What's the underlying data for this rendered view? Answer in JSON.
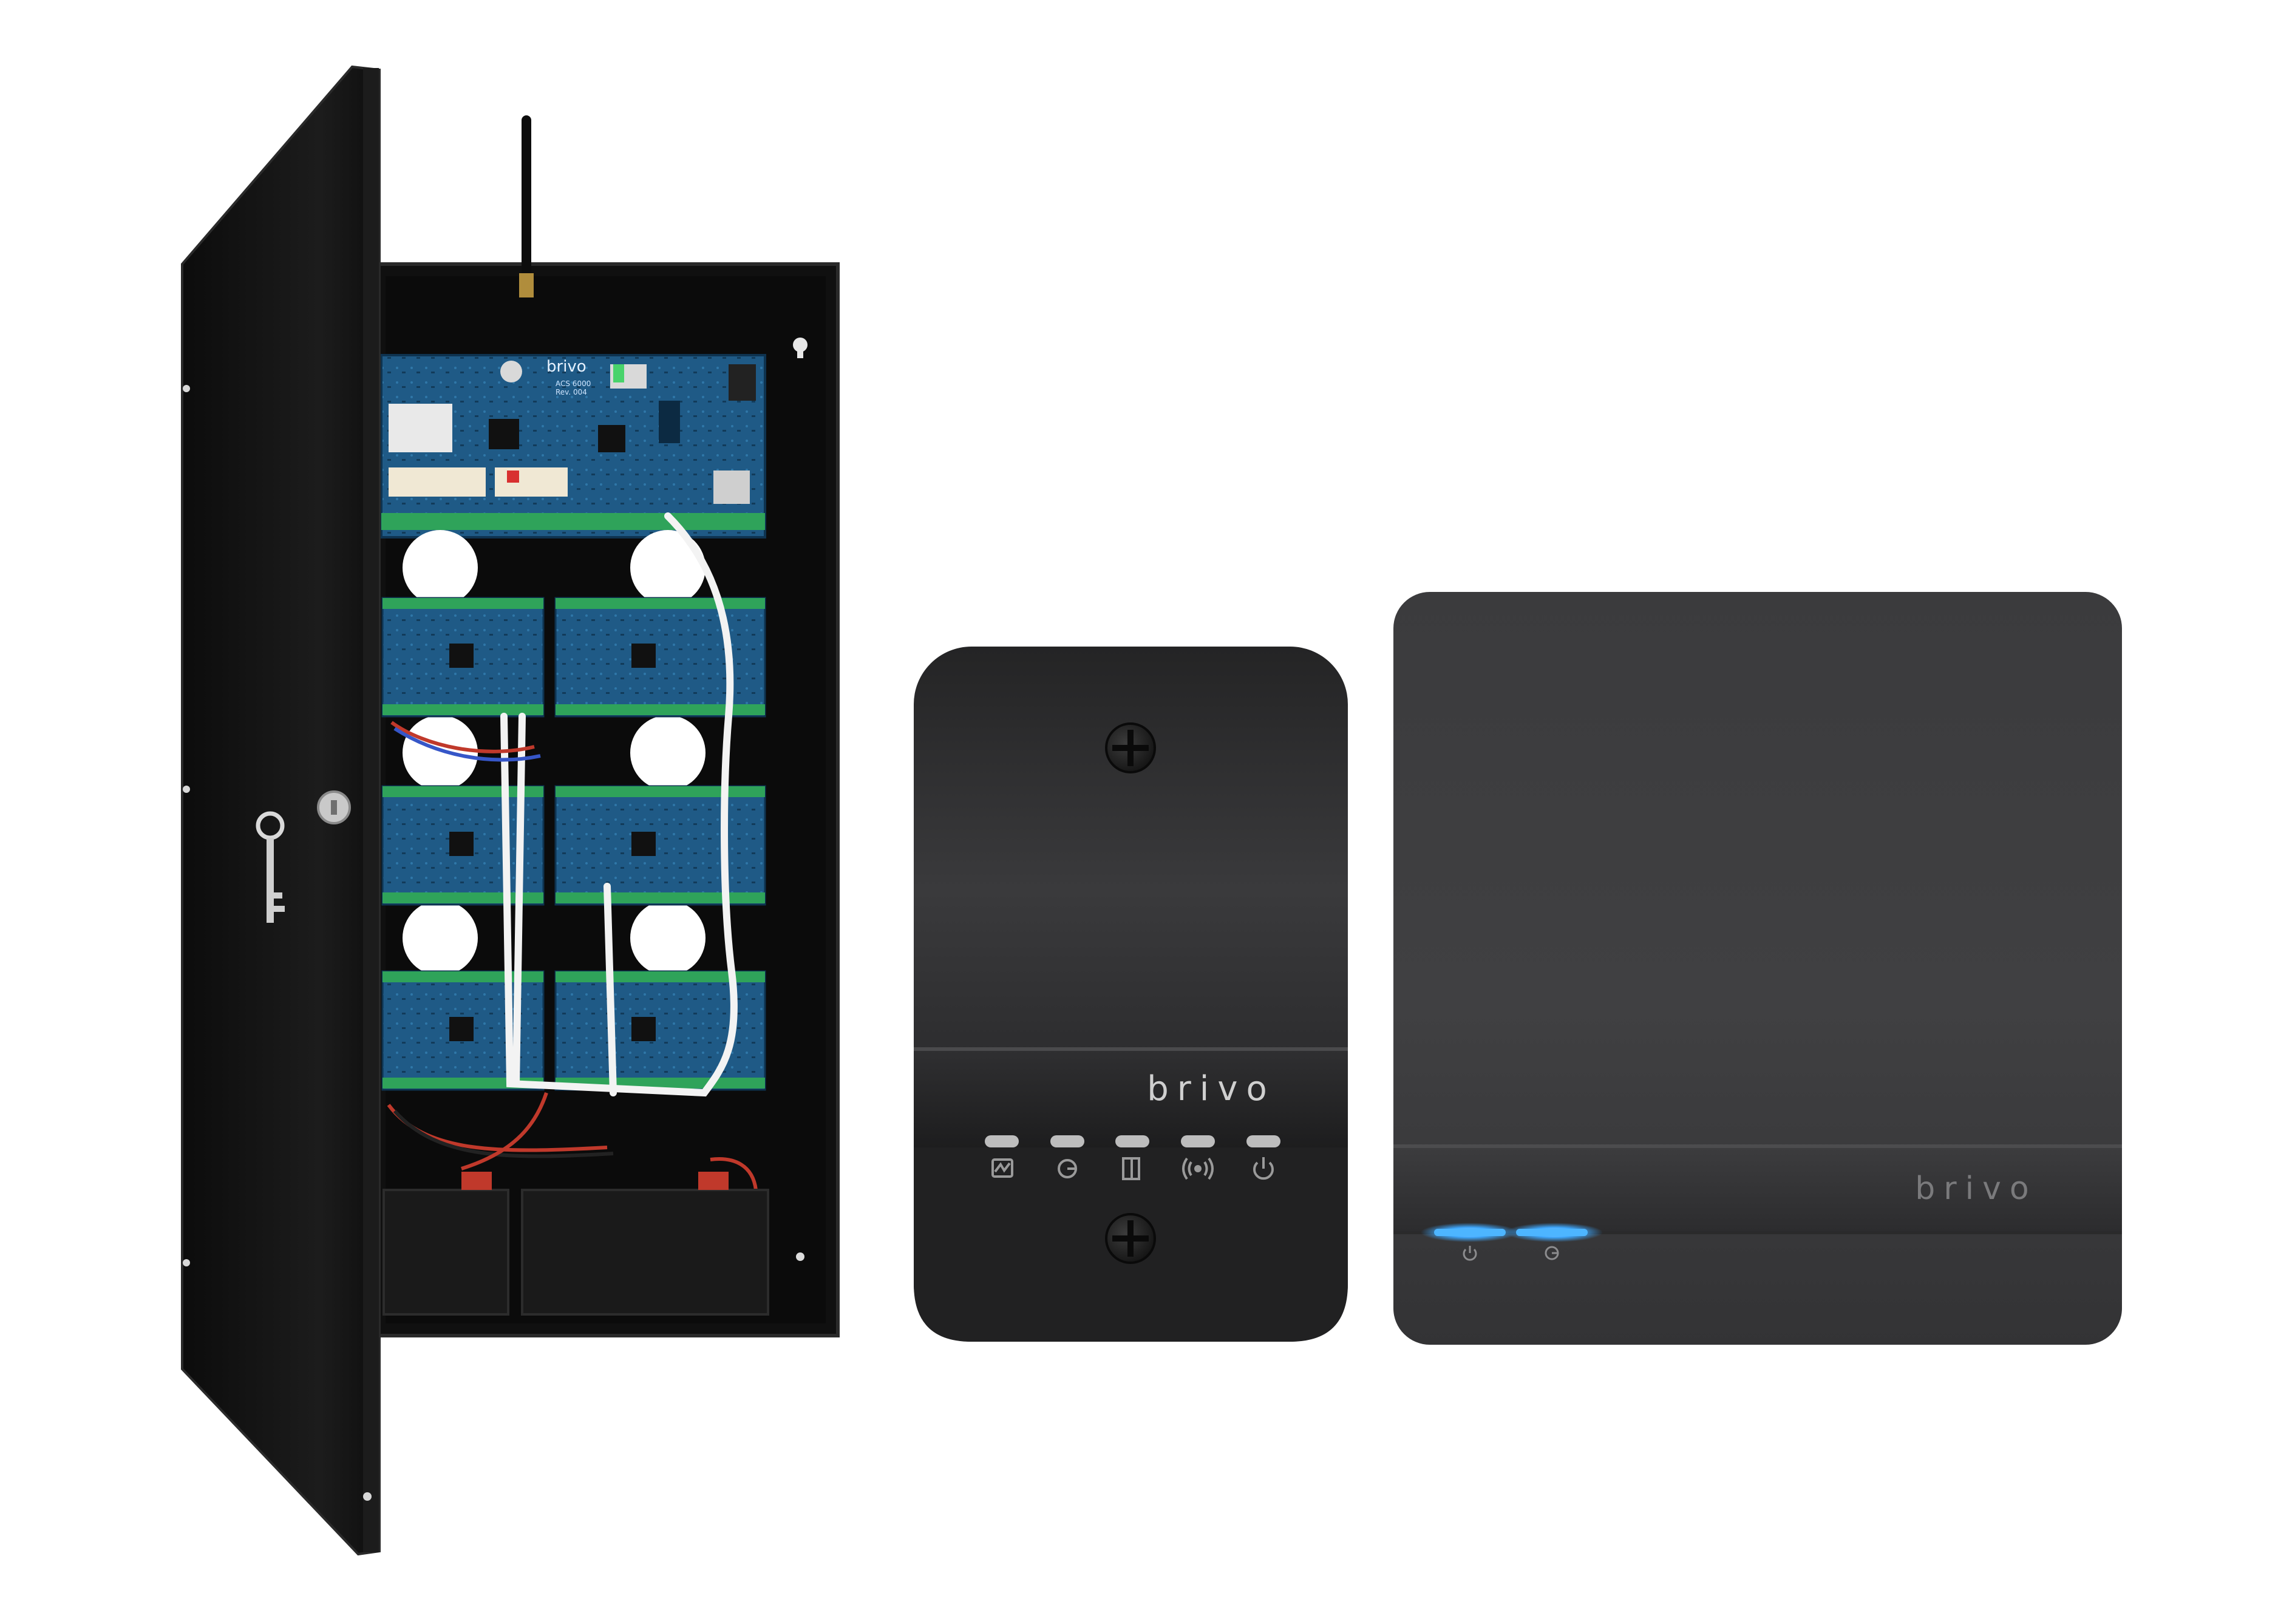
{
  "scene": {
    "background_color": "#ffffff"
  },
  "enclosure": {
    "board_brand": "brivo",
    "board_model": "ACS 6000",
    "board_rev": "Rev. 004",
    "door_color": "#151515",
    "board_color": "#1f5a86",
    "terminal_color": "#2fa35a"
  },
  "small_controller": {
    "brand": "brivo",
    "body_color": "#2a2a2b",
    "status_icons": [
      "activity-icon",
      "cloud-icon",
      "door-icon",
      "wireless-icon",
      "power-icon"
    ]
  },
  "large_controller": {
    "brand": "brivo",
    "body_color": "#3a3a3b",
    "led_color": "#3fa9ff",
    "status_icons": [
      "power-icon",
      "cloud-icon"
    ]
  }
}
